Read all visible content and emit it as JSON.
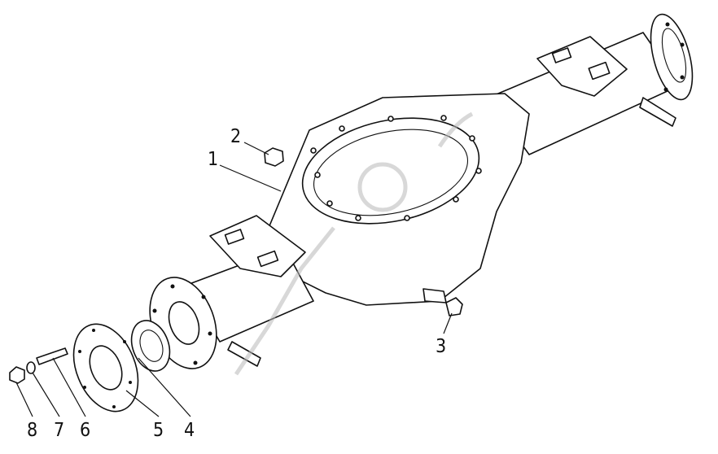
{
  "callouts": [
    {
      "id": "1",
      "label": "1"
    },
    {
      "id": "2",
      "label": "2"
    },
    {
      "id": "3",
      "label": "3"
    },
    {
      "id": "4",
      "label": "4"
    },
    {
      "id": "5",
      "label": "5"
    },
    {
      "id": "6",
      "label": "6"
    },
    {
      "id": "7",
      "label": "7"
    },
    {
      "id": "8",
      "label": "8"
    }
  ],
  "colors": {
    "ink": "#111111",
    "paper": "#ffffff",
    "stipple": "#555555",
    "watermark": "#b8b8b8"
  }
}
